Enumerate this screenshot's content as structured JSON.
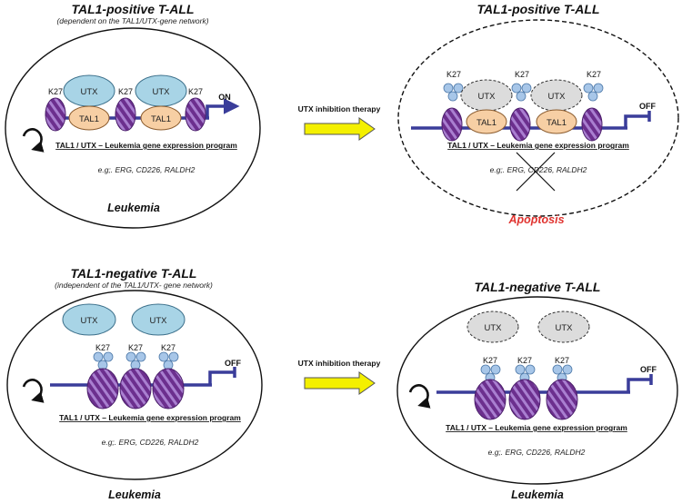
{
  "colors": {
    "dna": "#3a3d9a",
    "nucleosome": "#6c2f8e",
    "utx_active": "#a8d4e6",
    "utx_inactive": "#dcdcdc",
    "tal1": "#f7cfa4",
    "methyl": "#a7c6e8",
    "arrow": "#f4f000",
    "apoptosis": "#e0332f"
  },
  "panels": [
    {
      "title": "TAL1-positive T-ALL",
      "subtitle": "(dependent on the TAL1/UTX-gene network)",
      "k27": [
        "K27",
        "K27",
        "K27"
      ],
      "utx": [
        "UTX",
        "UTX"
      ],
      "tal1": [
        "TAL1",
        "TAL1"
      ],
      "state": "ON",
      "program": "TAL1 / UTX – Leukemia gene expression program",
      "examples": "e.g;. ERG, CD226, RALDH2",
      "caption": "Leukemia"
    },
    {
      "title": "TAL1-positive T-ALL",
      "k27": [
        "K27",
        "K27",
        "K27"
      ],
      "utx": [
        "UTX",
        "UTX"
      ],
      "tal1": [
        "TAL1",
        "TAL1"
      ],
      "state": "OFF",
      "program": "TAL1 / UTX – Leukemia gene expression program",
      "examples": "e.g;. ERG, CD226, RALDH2",
      "caption": "Apoptosis"
    },
    {
      "title": "TAL1-negative T-ALL",
      "subtitle": "(independent of the TAL1/UTX- gene network)",
      "k27": [
        "K27",
        "K27",
        "K27"
      ],
      "utx": [
        "UTX",
        "UTX"
      ],
      "state": "OFF",
      "program": "TAL1 / UTX – Leukemia gene expression program",
      "examples": "e.g;. ERG, CD226, RALDH2",
      "caption": "Leukemia"
    },
    {
      "title": "TAL1-negative T-ALL",
      "k27": [
        "K27",
        "K27",
        "K27"
      ],
      "utx": [
        "UTX",
        "UTX"
      ],
      "state": "OFF",
      "program": "TAL1 / UTX – Leukemia gene expression program",
      "examples": "e.g;. ERG, CD226, RALDH2",
      "caption": "Leukemia"
    }
  ],
  "therapy": [
    "UTX inhibition therapy",
    "UTX inhibition therapy"
  ]
}
